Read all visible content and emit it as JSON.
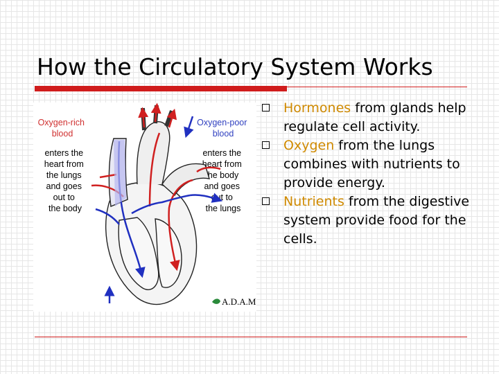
{
  "slide": {
    "title": "How the Circulatory System Works"
  },
  "figure": {
    "left_label": [
      "Oxygen-rich",
      "blood"
    ],
    "left_caption": [
      "enters the",
      "heart from",
      "the lungs",
      "and goes",
      "out to",
      "the body"
    ],
    "right_label": [
      "Oxygen-poor",
      "blood"
    ],
    "right_caption": [
      "enters the",
      "heart from",
      "the body",
      "and goes",
      "out to",
      "the lungs"
    ],
    "logo_text": "A.D.A.M."
  },
  "bullets": [
    {
      "keyword": "Hormones",
      "text": " from glands help regulate cell activity."
    },
    {
      "keyword": "Oxygen",
      "text": " from the lungs combines with nutrients to provide energy."
    },
    {
      "keyword": "Nutrients",
      "text": " from the digestive system provide food for the cells."
    }
  ],
  "colors": {
    "accent_red": "#d01c1c",
    "keyword": "#d08a00",
    "label_red": "#d03030",
    "label_blue": "#3040c0"
  },
  "bullet_icon": "hollow-square-bullet-icon"
}
